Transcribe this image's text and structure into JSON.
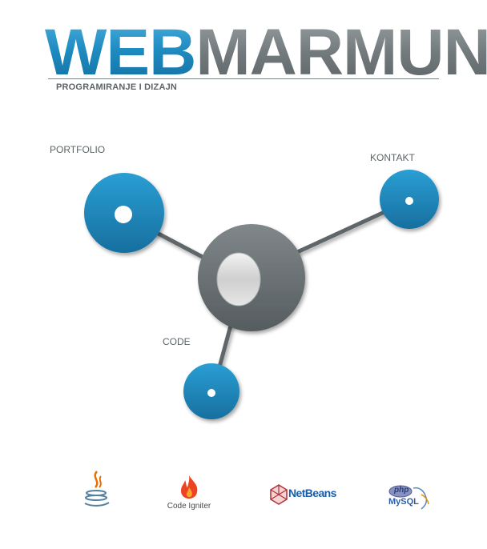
{
  "header": {
    "logo_part1": "WEB",
    "logo_part2": "MARMUN",
    "tagline": "PROGRAMIRANJE I DIZAJN"
  },
  "nav": {
    "portfolio_label": "PORTFOLIO",
    "kontakt_label": "KONTAKT",
    "code_label": "CODE"
  },
  "colors": {
    "blue_node": "#1f8cc2",
    "gray_hub": "#6b7275",
    "text": "#5d6467"
  },
  "footer": {
    "logos": [
      {
        "icon": "java-icon"
      },
      {
        "icon": "codeigniter-icon",
        "label": "Code Igniter"
      },
      {
        "icon": "netbeans-icon",
        "label": "NetBeans"
      },
      {
        "icon": "php-mysql-icon",
        "label_php": "php",
        "label_mysql": "MySQL"
      }
    ]
  }
}
